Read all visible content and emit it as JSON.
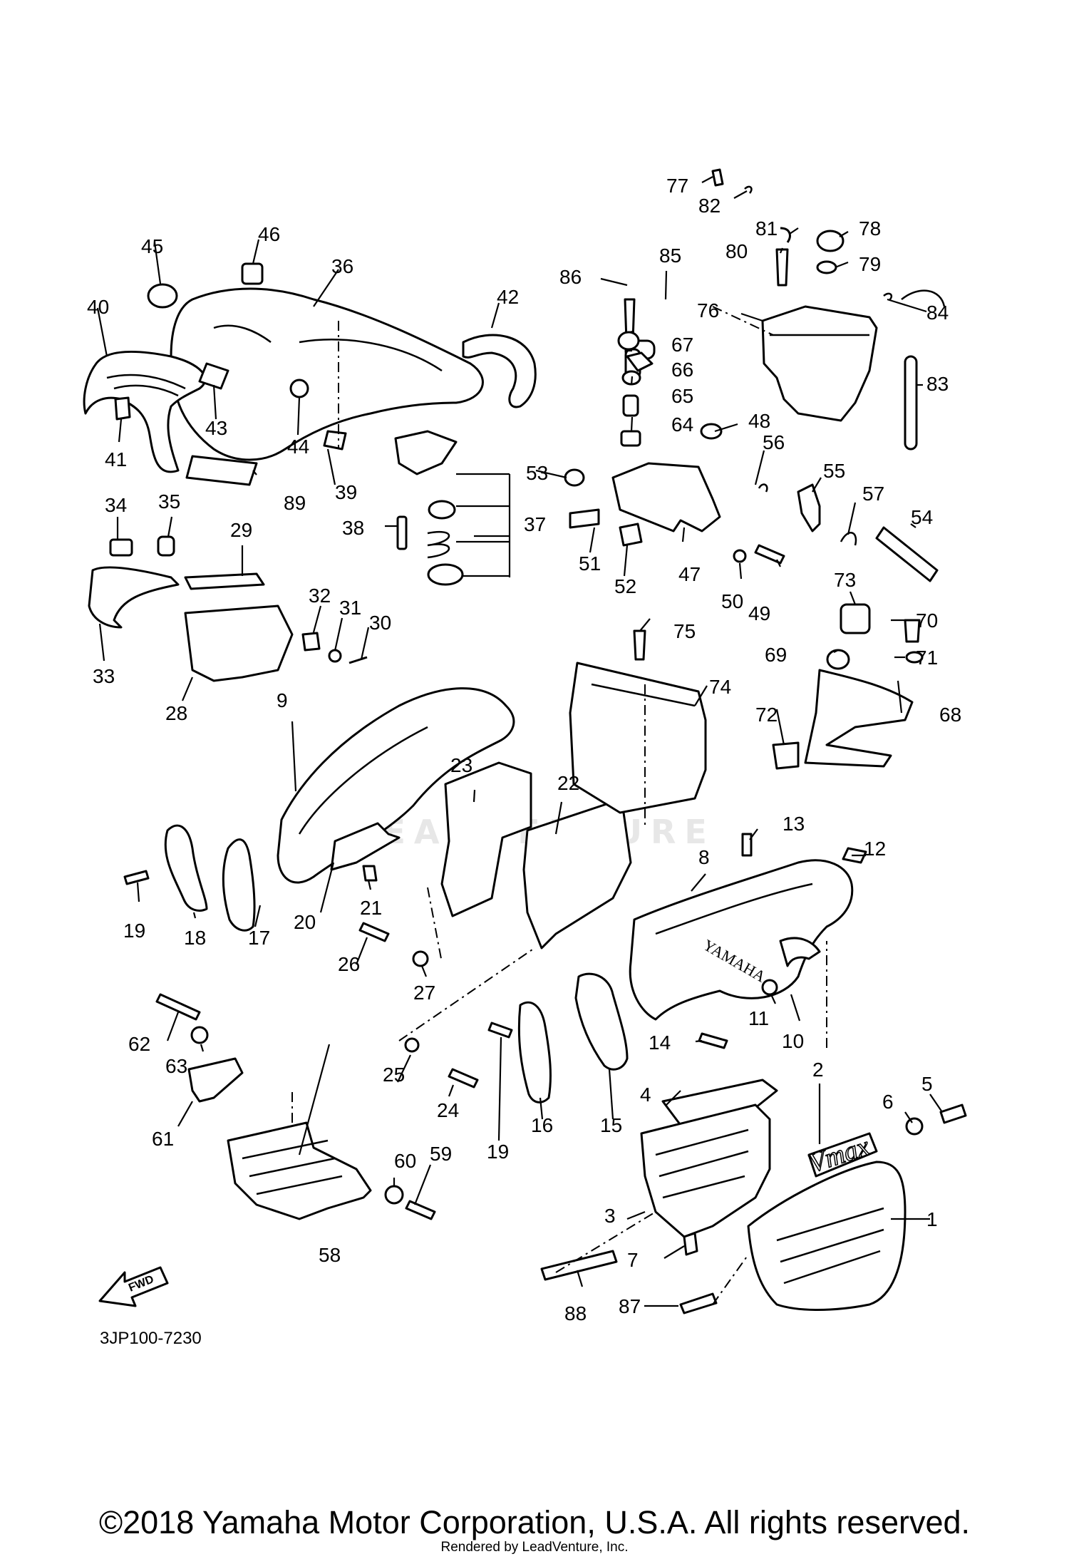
{
  "diagram": {
    "code": "3JP100-7230",
    "fwd_label": "FWD",
    "brand_text": "YAMAHA",
    "emblem_text": "Vmax",
    "watermark": "LEADVENTURE",
    "labels": [
      "1",
      "2",
      "3",
      "4",
      "5",
      "6",
      "7",
      "8",
      "9",
      "10",
      "11",
      "12",
      "13",
      "14",
      "15",
      "16",
      "17",
      "18",
      "19",
      "19",
      "20",
      "21",
      "22",
      "23",
      "24",
      "25",
      "26",
      "27",
      "28",
      "29",
      "30",
      "31",
      "32",
      "33",
      "34",
      "35",
      "36",
      "37",
      "38",
      "39",
      "40",
      "41",
      "42",
      "43",
      "44",
      "45",
      "46",
      "47",
      "48",
      "49",
      "50",
      "51",
      "52",
      "53",
      "54",
      "55",
      "56",
      "57",
      "58",
      "59",
      "60",
      "61",
      "62",
      "63",
      "64",
      "65",
      "66",
      "67",
      "68",
      "69",
      "70",
      "71",
      "72",
      "73",
      "74",
      "75",
      "76",
      "77",
      "78",
      "79",
      "80",
      "81",
      "82",
      "83",
      "84",
      "85",
      "86",
      "87",
      "88",
      "89"
    ]
  },
  "footer": {
    "copyright": "©2018 Yamaha Motor Corporation, U.S.A. All rights reserved.",
    "rendered_by": "Rendered by LeadVenture, Inc."
  }
}
